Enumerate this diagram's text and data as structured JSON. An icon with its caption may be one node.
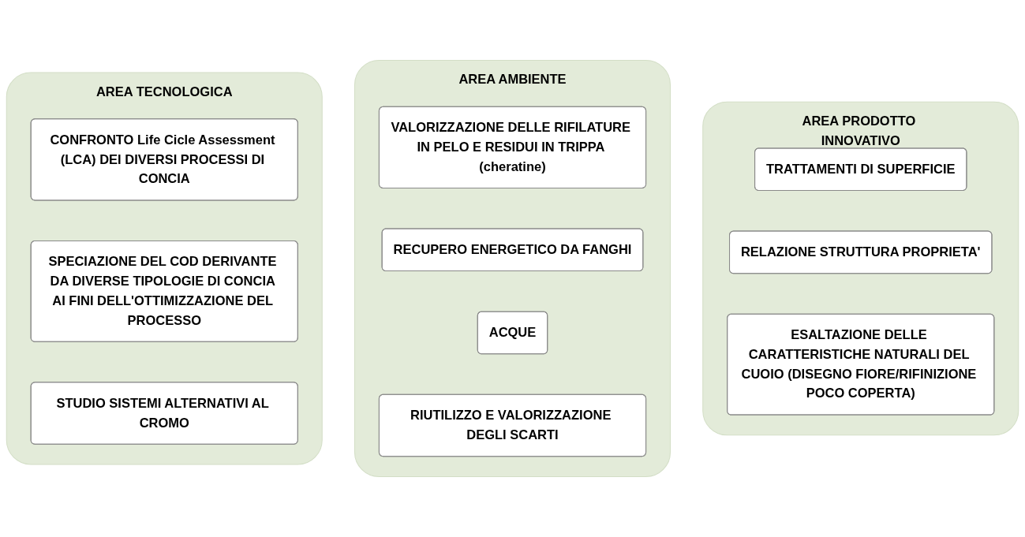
{
  "diagram": {
    "nodes": [
      {
        "text": [
          "AREA TECNOLOGICA"
        ]
      },
      {
        "text": [
          "CONFRONTO Life Cicle Assessment (LCA) DEI DIVERSI PROCESSI DI CONCIA"
        ],
        "in": 0
      },
      {
        "text": [
          "SPECIAZIONE DEL COD DERIVANTE DA DIVERSE TIPOLOGIE DI CONCIA AI FINI DELL'OTTIMIZZAZIONE DEL PROCESSO"
        ],
        "in": 0
      },
      {
        "text": [
          "STUDIO SISTEMI ALTERNATIVI AL CROMO"
        ],
        "in": 0
      },
      {
        "text": [
          "AREA AMBIENTE"
        ]
      },
      {
        "text": [
          "VALORIZZAZIONE DELLE RIFILATURE IN PELO E RESIDUI IN TRIPPA (cheratine)"
        ],
        "in": 4
      },
      {
        "text": [
          "RECUPERO ENERGETICO DA FANGHI"
        ],
        "in": 4
      },
      {
        "text": [
          "ACQUE"
        ],
        "in": 4
      },
      {
        "text": [
          "RIUTILIZZO E VALORIZZAZIONE DEGLI SCARTI"
        ],
        "in": 4
      },
      {
        "text": [
          "AREA PRODOTTO INNOVATIVO"
        ]
      },
      {
        "text": [
          "TRATTAMENTI DI SUPERFICIE"
        ],
        "in": 9
      },
      {
        "text": [
          "RELAZIONE STRUTTURA PROPRIETA'"
        ],
        "in": 9
      },
      {
        "text": [
          "ESALTAZIONE DELLE CARATTERISTICHE NATURALI DEL CUOIO (DISEGNO FIORE/RIFINIZIONE POCO COPERTA)"
        ],
        "in": 9
      }
    ]
  }
}
